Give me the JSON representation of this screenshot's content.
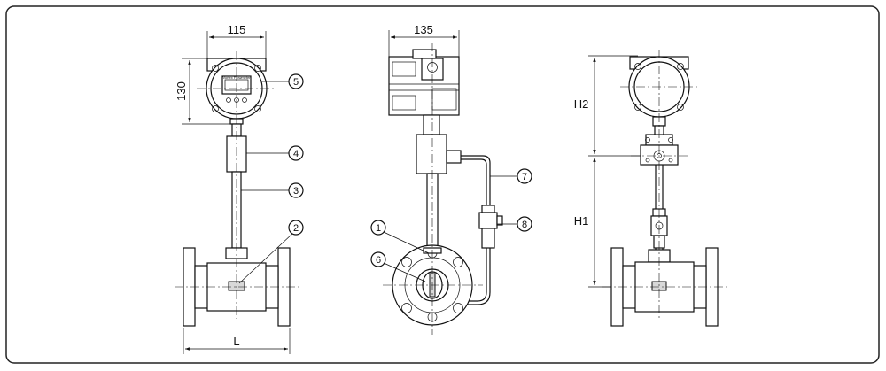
{
  "dimensions": {
    "front_width": "115",
    "front_height": "130",
    "side_width": "135",
    "length": "L",
    "upper_height": "H2",
    "lower_height": "H1"
  },
  "callouts": [
    "1",
    "2",
    "3",
    "4",
    "5",
    "6",
    "7",
    "8"
  ],
  "display_label": "Vortex Flowmeter"
}
